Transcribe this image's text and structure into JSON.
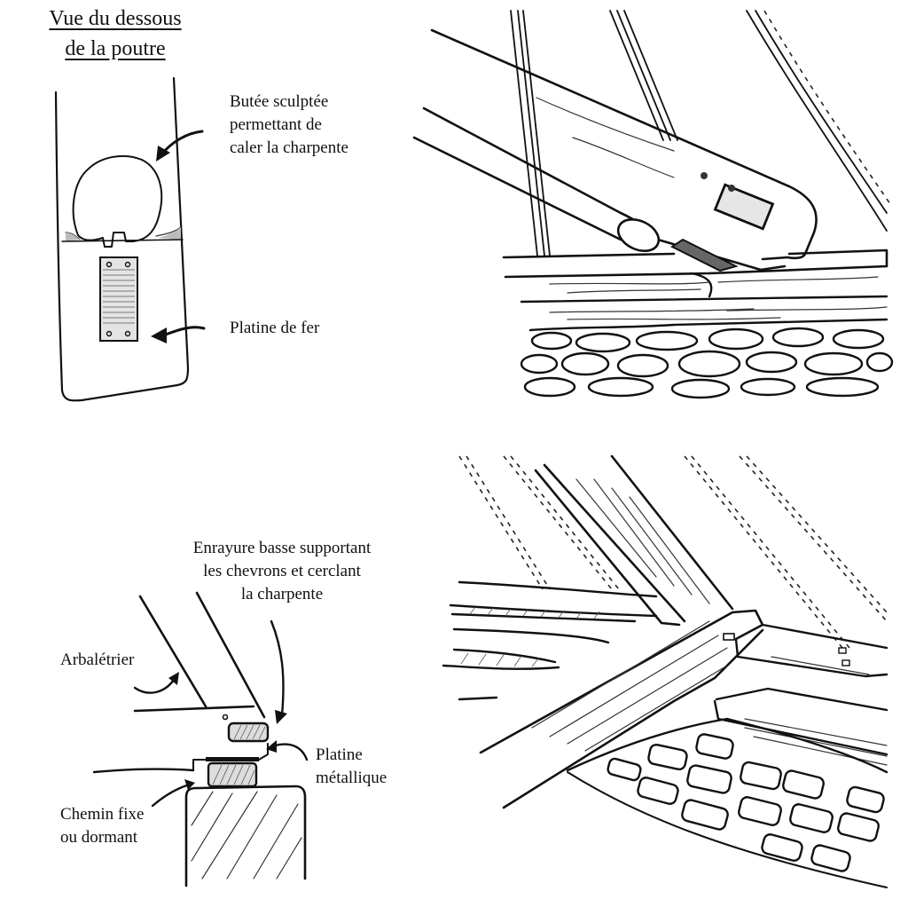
{
  "panel_top_left": {
    "title_line1": "Vue du dessous",
    "title_line2": "de la poutre",
    "labels": {
      "butee_line1": "Butée sculptée",
      "butee_line2": "permettant de",
      "butee_line3": "caler la charpente",
      "platine": "Platine de fer"
    },
    "icons": [
      "arrow-to-butee-icon",
      "arrow-to-platine-icon"
    ]
  },
  "panel_bottom_left": {
    "labels": {
      "enrayure_line1": "Enrayure basse supportant",
      "enrayure_line2": "les chevrons et cerclant",
      "enrayure_line3": "la charpente",
      "arbaletrier": "Arbalétrier",
      "platine_line1": "Platine",
      "platine_line2": "métallique",
      "chemin_line1": "Chemin fixe",
      "chemin_line2": "ou dormant"
    },
    "icons": [
      "arrow-to-enrayure-icon",
      "arrow-to-arbaletrier-icon",
      "arrow-to-platine-icon",
      "arrow-to-chemin-icon"
    ]
  },
  "panel_top_right": {
    "description": "Perspective sketch of beam resting on iron plate over stone wall"
  },
  "panel_bottom_right": {
    "description": "Perspective sketch of rafters on low ring beam over stone wall"
  }
}
